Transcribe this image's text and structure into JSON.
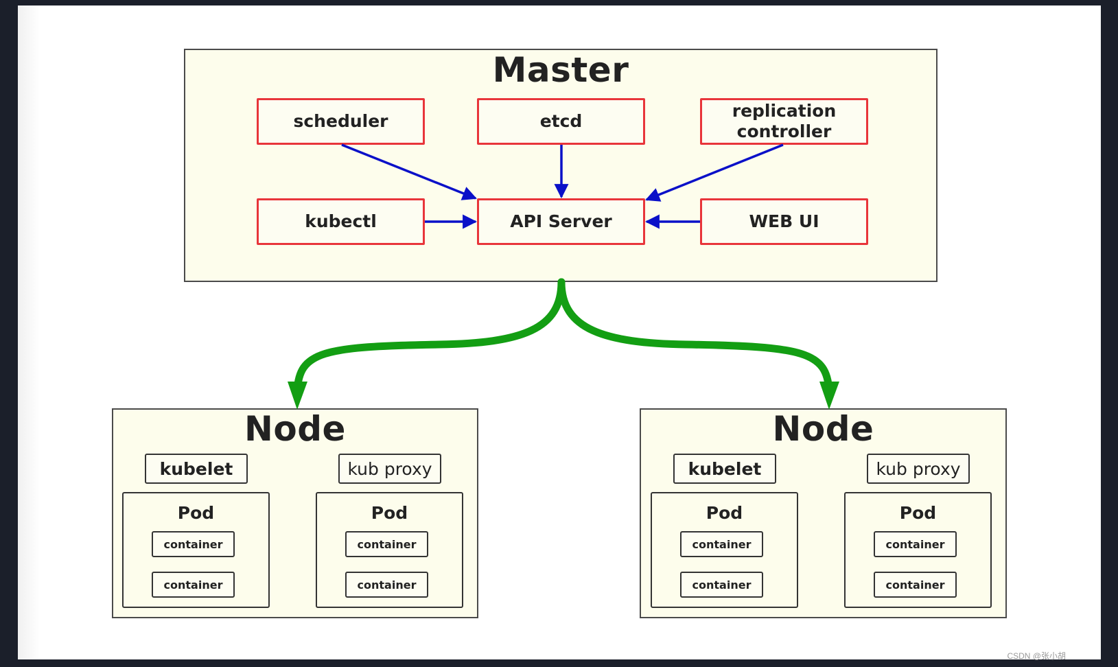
{
  "colors": {
    "component_border": "#e8353a",
    "frame_fill": "#fdfdec",
    "api_arrow": "#0a10c8",
    "node_arrow": "#139e13"
  },
  "master": {
    "title": "Master",
    "components": {
      "scheduler": "scheduler",
      "etcd": "etcd",
      "replication_controller": "replication controller",
      "kubectl": "kubectl",
      "api_server": "API Server",
      "web_ui": "WEB UI"
    }
  },
  "nodes": [
    {
      "title": "Node",
      "kubelet": "kubelet",
      "kub_proxy": "kub proxy",
      "pods": [
        {
          "title": "Pod",
          "containers": [
            "container",
            "container"
          ]
        },
        {
          "title": "Pod",
          "containers": [
            "container",
            "container"
          ]
        }
      ]
    },
    {
      "title": "Node",
      "kubelet": "kubelet",
      "kub_proxy": "kub proxy",
      "pods": [
        {
          "title": "Pod",
          "containers": [
            "container",
            "container"
          ]
        },
        {
          "title": "Pod",
          "containers": [
            "container",
            "container"
          ]
        }
      ]
    }
  ],
  "watermark": "CSDN @张小胡"
}
